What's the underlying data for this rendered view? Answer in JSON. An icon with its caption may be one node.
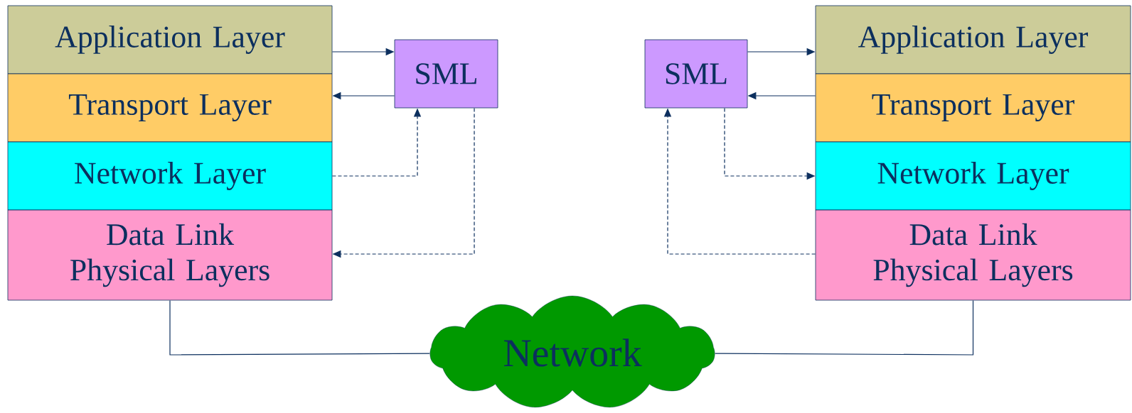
{
  "diagram": {
    "nodes": [
      {
        "text": [
          "Application Layer"
        ]
      },
      {
        "text": [
          "Transport Layer"
        ]
      },
      {
        "text": [
          "Network Layer"
        ]
      },
      {
        "text": [
          "Data Link Physical Layers"
        ]
      },
      {
        "text": [
          "SML"
        ]
      },
      {
        "text": [
          "SML"
        ]
      },
      {
        "text": [
          "Application Layer"
        ]
      },
      {
        "text": [
          "Transport Layer"
        ]
      },
      {
        "text": [
          "Network Layer"
        ]
      },
      {
        "text": [
          "Data Link Physical Layers"
        ]
      },
      {
        "text": [
          "Network"
        ]
      }
    ],
    "edges": [
      {
        "from": 0,
        "to": 4,
        "arrow": "to"
      },
      {
        "from": 4,
        "to": 1,
        "arrow": "to"
      },
      {
        "from": 2,
        "to": 4,
        "arrow": "to",
        "style": "dashed"
      },
      {
        "from": 4,
        "to": 3,
        "arrow": "to",
        "style": "dashed"
      },
      {
        "from": 5,
        "to": 6,
        "arrow": "to"
      },
      {
        "from": 7,
        "to": 5,
        "arrow": "to"
      },
      {
        "from": 5,
        "to": 8,
        "arrow": "to",
        "style": "dashed"
      },
      {
        "from": 9,
        "to": 5,
        "arrow": "to",
        "style": "dashed"
      },
      {
        "from": 3,
        "to": 10,
        "arrow": "none"
      },
      {
        "from": 9,
        "to": 10,
        "arrow": "none"
      }
    ]
  }
}
